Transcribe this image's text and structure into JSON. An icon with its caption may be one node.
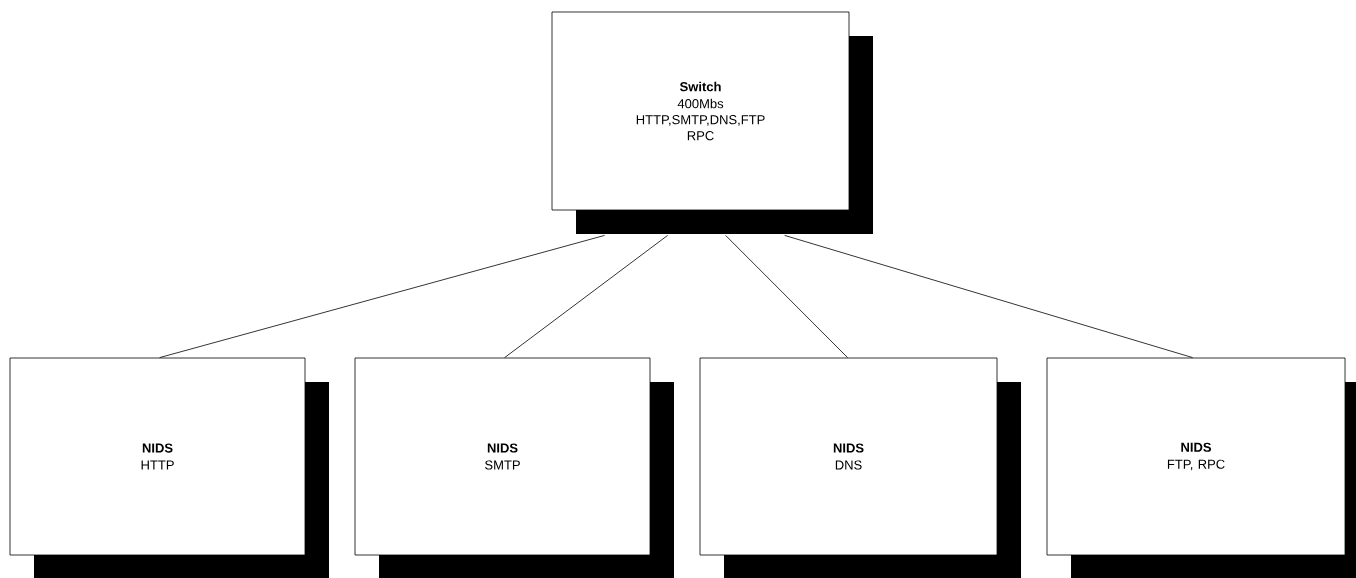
{
  "diagram": {
    "nodes": [
      {
        "text": [
          "Switch",
          "400Mbs HTTP,SMTP,DNS,FTP RPC"
        ]
      },
      {
        "text": [
          "NIDS",
          "HTTP"
        ]
      },
      {
        "text": [
          "NIDS",
          "SMTP"
        ]
      },
      {
        "text": [
          "NIDS",
          "DNS"
        ]
      },
      {
        "text": [
          "NIDS",
          "FTP, RPC"
        ]
      }
    ],
    "edges": [
      {
        "from": 0,
        "to": 1,
        "arrow": "none"
      },
      {
        "from": 0,
        "to": 2,
        "arrow": "none"
      },
      {
        "from": 0,
        "to": 3,
        "arrow": "none"
      },
      {
        "from": 0,
        "to": 4,
        "arrow": "none"
      }
    ]
  }
}
